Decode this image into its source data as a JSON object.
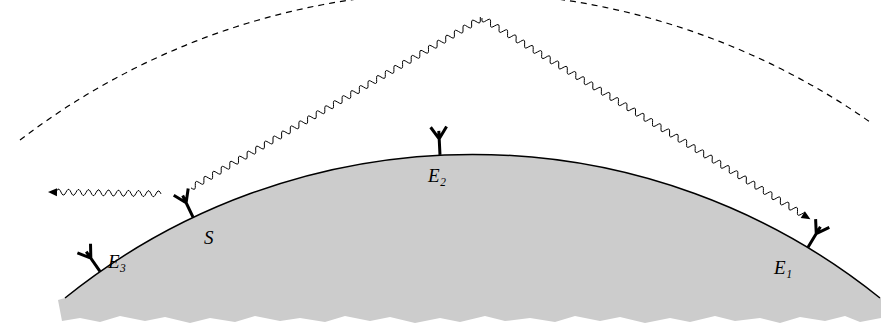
{
  "diagram": {
    "labels": [
      "E₃",
      "S",
      "E₂",
      "E₁"
    ]
  }
}
